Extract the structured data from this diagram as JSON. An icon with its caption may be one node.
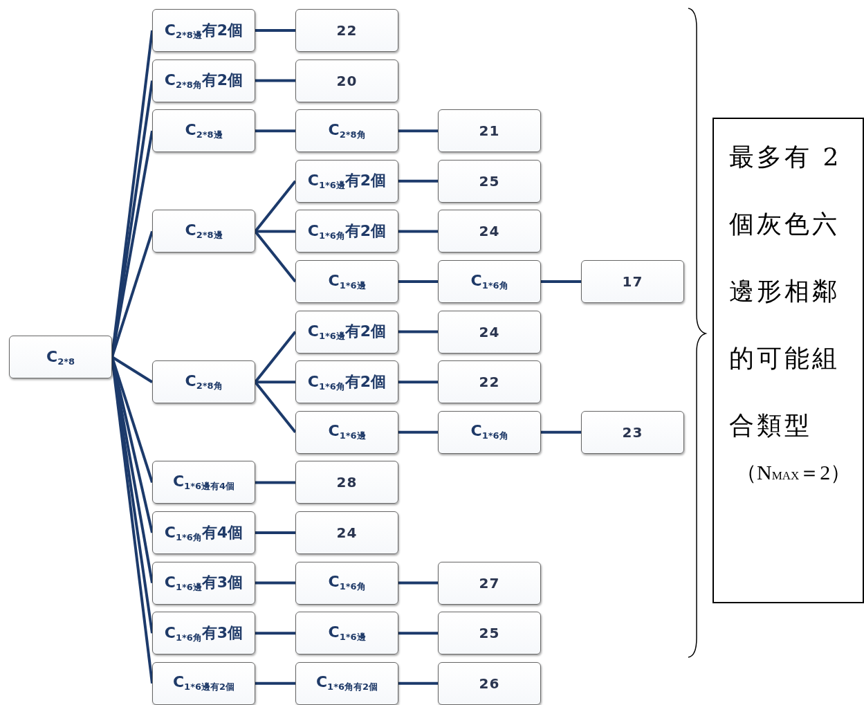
{
  "diagram": {
    "nodes": [
      {
        "text": [
          "C$_{2*8}$"
        ]
      },
      {
        "text": [
          "C$_{2*8邊}$有2個"
        ]
      },
      {
        "text": [
          "22"
        ]
      },
      {
        "text": [
          "C$_{2*8角}$有2個"
        ]
      },
      {
        "text": [
          "20"
        ]
      },
      {
        "text": [
          "C$_{2*8邊}$"
        ]
      },
      {
        "text": [
          "C$_{2*8角}$"
        ]
      },
      {
        "text": [
          "21"
        ]
      },
      {
        "text": [
          "C$_{2*8邊}$"
        ]
      },
      {
        "text": [
          "C$_{1*6邊}$有2個"
        ]
      },
      {
        "text": [
          "25"
        ]
      },
      {
        "text": [
          "C$_{1*6角}$有2個"
        ]
      },
      {
        "text": [
          "24"
        ]
      },
      {
        "text": [
          "C$_{1*6邊}$"
        ]
      },
      {
        "text": [
          "C$_{1*6角}$"
        ]
      },
      {
        "text": [
          "17"
        ]
      },
      {
        "text": [
          "C$_{2*8角}$"
        ]
      },
      {
        "text": [
          "C$_{1*6邊}$有2個"
        ]
      },
      {
        "text": [
          "24"
        ]
      },
      {
        "text": [
          "C$_{1*6角}$有2個"
        ]
      },
      {
        "text": [
          "22"
        ]
      },
      {
        "text": [
          "C$_{1*6邊}$"
        ]
      },
      {
        "text": [
          "C$_{1*6角}$"
        ]
      },
      {
        "text": [
          "23"
        ]
      },
      {
        "text": [
          "C$_{1*6邊有4個}$"
        ]
      },
      {
        "text": [
          "28"
        ]
      },
      {
        "text": [
          "C$_{1*6角}$有4個"
        ]
      },
      {
        "text": [
          "24"
        ]
      },
      {
        "text": [
          "C$_{1*6邊}$有3個"
        ]
      },
      {
        "text": [
          "C$_{1*6角}$"
        ]
      },
      {
        "text": [
          "27"
        ]
      },
      {
        "text": [
          "C$_{1*6角}$有3個"
        ]
      },
      {
        "text": [
          "C$_{1*6邊}$"
        ]
      },
      {
        "text": [
          "25"
        ]
      },
      {
        "text": [
          "C$_{1*6邊有2個}$"
        ]
      },
      {
        "text": [
          "C$_{1*6角有2個}$"
        ]
      },
      {
        "text": [
          "26"
        ]
      },
      {
        "text": [
          "最多有 2 個灰色六邊形相鄰的可能組合類型",
          "（N$_{MAX}$＝2）"
        ]
      }
    ],
    "edges": [
      {
        "from": 0,
        "to": 1,
        "arrow": "none"
      },
      {
        "from": 0,
        "to": 3,
        "arrow": "none"
      },
      {
        "from": 0,
        "to": 5,
        "arrow": "none"
      },
      {
        "from": 0,
        "to": 8,
        "arrow": "none"
      },
      {
        "from": 0,
        "to": 16,
        "arrow": "none"
      },
      {
        "from": 0,
        "to": 24,
        "arrow": "none"
      },
      {
        "from": 0,
        "to": 26,
        "arrow": "none"
      },
      {
        "from": 0,
        "to": 28,
        "arrow": "none"
      },
      {
        "from": 0,
        "to": 31,
        "arrow": "none"
      },
      {
        "from": 0,
        "to": 34,
        "arrow": "none"
      },
      {
        "from": 1,
        "to": 2,
        "arrow": "none"
      },
      {
        "from": 3,
        "to": 4,
        "arrow": "none"
      },
      {
        "from": 5,
        "to": 6,
        "arrow": "none"
      },
      {
        "from": 6,
        "to": 7,
        "arrow": "none"
      },
      {
        "from": 8,
        "to": 9,
        "arrow": "none"
      },
      {
        "from": 8,
        "to": 11,
        "arrow": "none"
      },
      {
        "from": 8,
        "to": 13,
        "arrow": "none"
      },
      {
        "from": 9,
        "to": 10,
        "arrow": "none"
      },
      {
        "from": 11,
        "to": 12,
        "arrow": "none"
      },
      {
        "from": 13,
        "to": 14,
        "arrow": "none"
      },
      {
        "from": 14,
        "to": 15,
        "arrow": "none"
      },
      {
        "from": 16,
        "to": 17,
        "arrow": "none"
      },
      {
        "from": 16,
        "to": 19,
        "arrow": "none"
      },
      {
        "from": 16,
        "to": 21,
        "arrow": "none"
      },
      {
        "from": 17,
        "to": 18,
        "arrow": "none"
      },
      {
        "from": 19,
        "to": 20,
        "arrow": "none"
      },
      {
        "from": 21,
        "to": 22,
        "arrow": "none"
      },
      {
        "from": 22,
        "to": 23,
        "arrow": "none"
      },
      {
        "from": 24,
        "to": 25,
        "arrow": "none"
      },
      {
        "from": 26,
        "to": 27,
        "arrow": "none"
      },
      {
        "from": 28,
        "to": 29,
        "arrow": "none"
      },
      {
        "from": 29,
        "to": 30,
        "arrow": "none"
      },
      {
        "from": 31,
        "to": 32,
        "arrow": "none"
      },
      {
        "from": 32,
        "to": 33,
        "arrow": "none"
      },
      {
        "from": 34,
        "to": 35,
        "arrow": "none"
      },
      {
        "from": 35,
        "to": 36,
        "arrow": "none"
      }
    ]
  }
}
